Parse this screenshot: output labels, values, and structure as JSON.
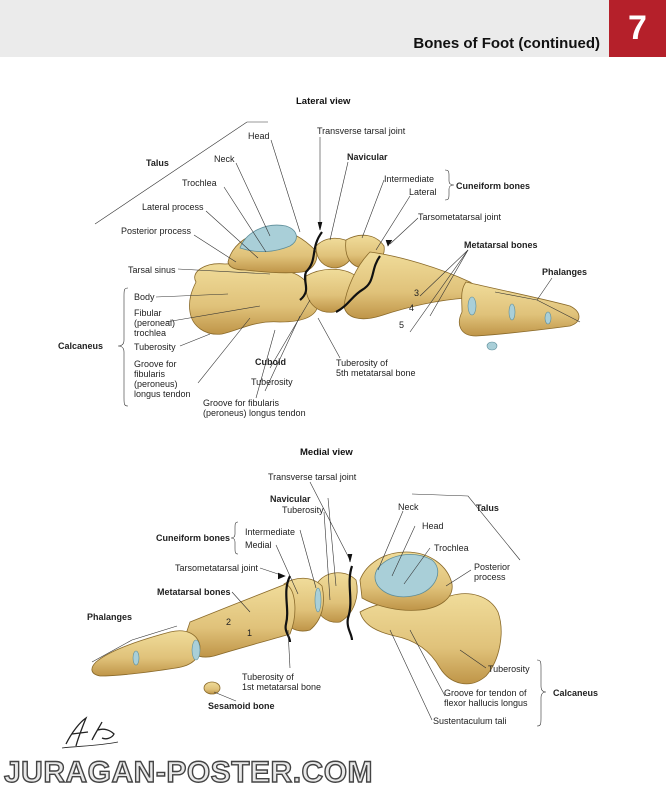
{
  "page": {
    "title": "Bones of Foot (continued)",
    "chapter": "7",
    "watermark": "JURAGAN-POSTER.COM"
  },
  "lateral": {
    "title": "Lateral view",
    "labels": {
      "talus": "Talus",
      "head": "Head",
      "transverse_joint": "Transverse tarsal joint",
      "navicular": "Navicular",
      "neck": "Neck",
      "trochlea": "Trochlea",
      "lateral_process": "Lateral process",
      "posterior_process": "Posterior process",
      "intermediate": "Intermediate",
      "lateral": "Lateral",
      "cuneiform_bones": "Cuneiform bones",
      "tarsometatarsal": "Tarsometatarsal joint",
      "metatarsal_bones": "Metatarsal bones",
      "phalanges": "Phalanges",
      "tarsal_sinus": "Tarsal sinus",
      "body": "Body",
      "fibular_1": "Fibular",
      "fibular_2": "(peroneal)",
      "fibular_3": "trochlea",
      "calcaneus": "Calcaneus",
      "tuberosity": "Tuberosity",
      "groove_1": "Groove for",
      "groove_2": "fibularis",
      "groove_3": "(peroneus)",
      "groove_4": "longus tendon",
      "cuboid": "Cuboid",
      "cuboid_tuberosity": "Tuberosity",
      "tub5_1": "Tuberosity of",
      "tub5_2": "5th metatarsal bone",
      "cgroove_1": "Groove for fibularis",
      "cgroove_2": "(peroneus) longus tendon",
      "num3": "3",
      "num4": "4",
      "num5": "5"
    }
  },
  "medial": {
    "title": "Medial view",
    "labels": {
      "transverse_joint": "Transverse tarsal joint",
      "navicular": "Navicular",
      "nav_tuberosity": "Tuberosity",
      "neck": "Neck",
      "talus": "Talus",
      "head": "Head",
      "trochlea": "Trochlea",
      "posterior_1": "Posterior",
      "posterior_2": "process",
      "cuneiform_bones": "Cuneiform bones",
      "intermediate": "Intermediate",
      "medial": "Medial",
      "tarsometatarsal": "Tarsometatarsal joint",
      "metatarsal_bones": "Metatarsal bones",
      "phalanges": "Phalanges",
      "tub1_1": "Tuberosity of",
      "tub1_2": "1st metatarsal bone",
      "sesamoid": "Sesamoid bone",
      "tuberosity": "Tuberosity",
      "calcaneus": "Calcaneus",
      "groove_1": "Groove for tendon of",
      "groove_2": "flexor hallucis longus",
      "sustentaculum": "Sustentaculum tali",
      "num1": "1",
      "num2": "2"
    }
  },
  "colors": {
    "bone": "#e4c77f",
    "bone_shade": "#c79f4f",
    "cartilage": "#a9cfd8",
    "joint_line": "#111111",
    "accent": "#b5202a"
  }
}
